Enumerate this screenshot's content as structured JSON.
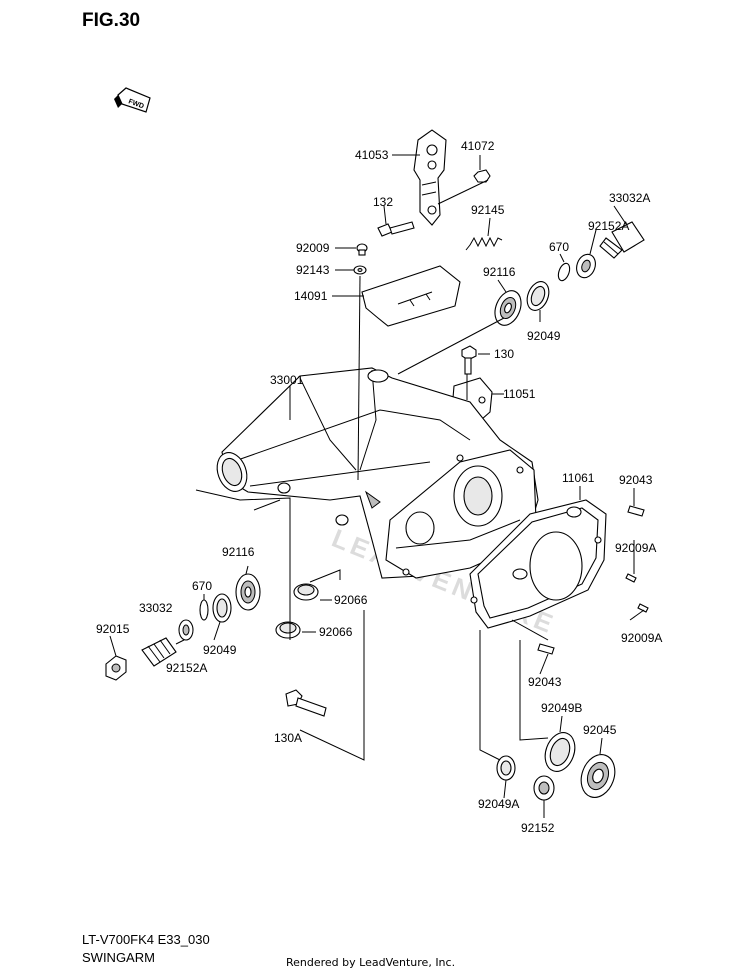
{
  "figure": {
    "title": "FIG.30",
    "direction_badge": "FWD"
  },
  "part_labels": {
    "p41053": "41053",
    "p41072": "41072",
    "p132": "132",
    "p92145": "92145",
    "p33032A": "33032A",
    "p92152A_top": "92152A",
    "p670_top": "670",
    "p92009": "92009",
    "p92143": "92143",
    "p92116_top": "92116",
    "p14091": "14091",
    "p92049_top": "92049",
    "p130": "130",
    "p33001": "33001",
    "p11051": "11051",
    "p11061": "11061",
    "p92043_top": "92043",
    "p92009A_top": "92009A",
    "p92116_low": "92116",
    "p670_low": "670",
    "p33032": "33032",
    "p92015": "92015",
    "p92049_low": "92049",
    "p92152A_low": "92152A",
    "p92066_a": "92066",
    "p92066_b": "92066",
    "p92009A_low": "92009A",
    "p92043_low": "92043",
    "p130A": "130A",
    "p92049B": "92049B",
    "p92045": "92045",
    "p92049A": "92049A",
    "p92152": "92152"
  },
  "footer": {
    "model_code": "LT-V700FK4 E33_030",
    "group_name": "SWINGARM",
    "rendered_by": "Rendered by LeadVenture, Inc."
  },
  "watermark": "LEADVENTURE"
}
